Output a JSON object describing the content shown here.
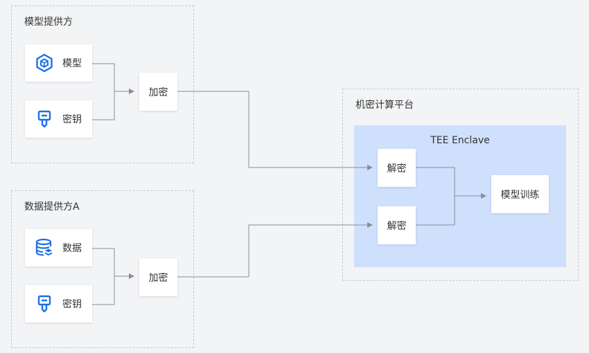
{
  "groups": {
    "model_provider": {
      "title": "模型提供方"
    },
    "data_provider": {
      "title": "数据提供方A"
    },
    "platform": {
      "title": "机密计算平台"
    }
  },
  "enclave": {
    "title": "TEE Enclave"
  },
  "nodes": {
    "model": "模型",
    "key_top": "密钥",
    "encrypt_top": "加密",
    "data": "数据",
    "key_bottom": "密钥",
    "encrypt_bottom": "加密",
    "decrypt_top": "解密",
    "decrypt_bottom": "解密",
    "training": "模型训练"
  },
  "icons": {
    "model": "cube-icon",
    "key": "key-icon",
    "data": "database-icon"
  },
  "colors": {
    "accent": "#1c6ee8",
    "enclave_bg": "#cfe0fd",
    "connector": "#8a8d93",
    "background": "#f3f4f6"
  }
}
